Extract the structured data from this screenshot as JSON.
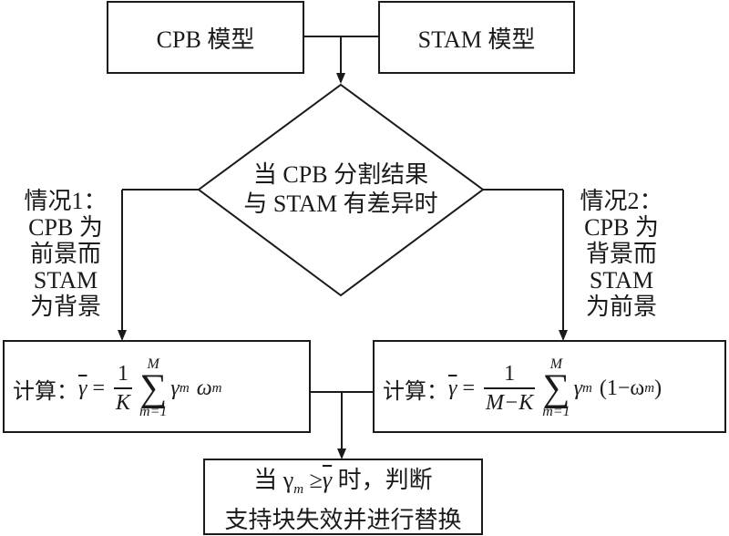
{
  "diagram": {
    "top_left_box": "CPB 模型",
    "top_right_box": "STAM 模型",
    "decision_line1": "当 CPB 分割结果",
    "decision_line2": "与 STAM 有差异时",
    "case1_lines": [
      "情况1：",
      "CPB 为",
      "前景而",
      "STAM",
      "为背景"
    ],
    "case2_lines": [
      "情况2：",
      "CPB 为",
      "背景而",
      "STAM",
      "为前景"
    ],
    "formula_left": {
      "prefix": "计算：",
      "gamma_bar": "γ",
      "equals": "=",
      "frac_num": "1",
      "frac_den": "K",
      "sum_sup": "M",
      "sum_sub": "m=1",
      "term": "γ",
      "term_sub": "m",
      "weight": "ω",
      "weight_sub": "m"
    },
    "formula_right": {
      "prefix": "计算：",
      "gamma_bar": "γ",
      "equals": "=",
      "frac_num": "1",
      "frac_den": "M−K",
      "sum_sup": "M",
      "sum_sub": "m=1",
      "term": "γ",
      "term_sub": "m",
      "weight_open": "(1−ω",
      "weight_sub": "m",
      "weight_close": ")"
    },
    "bottom_line1_a": "当  γ",
    "bottom_line1_sub": "m",
    "bottom_line1_b": " ≥",
    "bottom_line1_bar": "γ",
    "bottom_line1_c": "  时，判断",
    "bottom_line2": "支持块失效并进行替换"
  }
}
